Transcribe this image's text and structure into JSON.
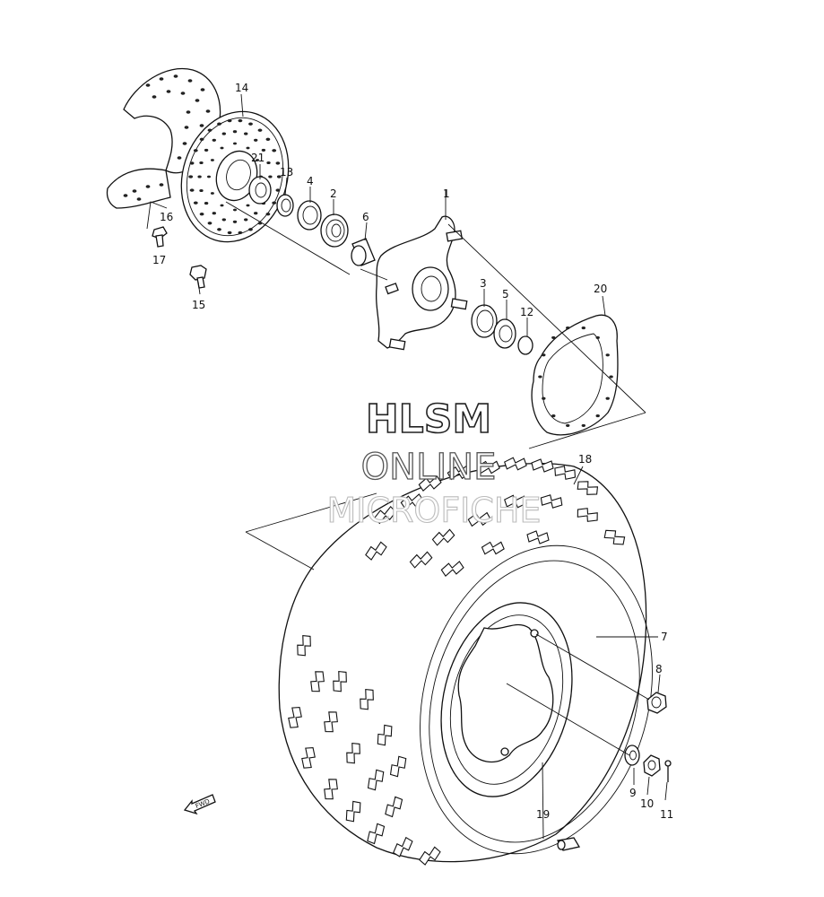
{
  "watermark": {
    "line1": "HLSM",
    "line2": "ONLINE",
    "line3": "MICROFICHE"
  },
  "fwd_label": "FWD",
  "callouts": {
    "p1": "1",
    "p2": "2",
    "p3": "3",
    "p4": "4",
    "p5": "5",
    "p6": "6",
    "p7": "7",
    "p8": "8",
    "p9": "9",
    "p10": "10",
    "p11": "11",
    "p12": "12",
    "p13": "13",
    "p14": "14",
    "p15": "15",
    "p16": "16",
    "p17": "17",
    "p18": "18",
    "p19": "19",
    "p20": "20",
    "p21": "21"
  }
}
